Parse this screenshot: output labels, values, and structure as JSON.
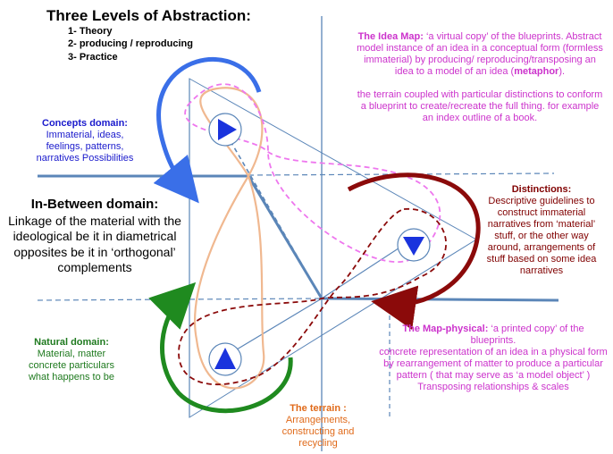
{
  "title": "Three Levels of Abstraction:",
  "levels": [
    "1- Theory",
    "2- producing / reproducing",
    "3- Practice"
  ],
  "idea_map": {
    "heading": "The Idea Map:",
    "line1": " ‘a virtual copy’ of the blueprints. Abstract model instance of  an idea in a conceptual form (formless immaterial)  by producing/ reproducing/transposing an idea to a model of an idea (",
    "emph": "metaphor",
    "line1_end": ").",
    "line2": "the terrain coupled with particular distinctions to conform a blueprint to create/recreate the full thing. for example an index outline of a book."
  },
  "concepts": {
    "heading": "Concepts domain:",
    "body": "Immaterial, ideas, feelings, patterns, narratives Possibilities"
  },
  "in_between": {
    "heading": "In-Between domain:",
    "body": "Linkage of the material with the ideological be it in diametrical opposites be it in ‘orthogonal’ complements"
  },
  "distinctions": {
    "heading": "Distinctions:",
    "body": "Descriptive guidelines to construct immaterial narratives from ‘material’ stuff, or the other way around, arrangements of stuff based on some idea narratives"
  },
  "natural": {
    "heading": "Natural domain:",
    "body": "Material, matter concrete particulars what happens to be"
  },
  "map_physical": {
    "heading": "The Map-physical:",
    "body1": " ‘a printed copy’ of the blueprints.",
    "body2": "concrete representation of an idea in a physical form by rearrangement of matter to produce a particular pattern ( that may serve as ‘a model object’ )",
    "body3": "Transposing relationships & scales"
  },
  "terrain": {
    "heading": "The terrain :",
    "body": "Arrangements, constructing and recycling"
  },
  "colors": {
    "blue": "#3a6fe8",
    "magenta": "#ee77ee",
    "darkred": "#8b0a0a",
    "green": "#1f8a1f",
    "tan": "#f0b890",
    "steel": "#5b86b8",
    "triangle": "#1a33dd"
  }
}
